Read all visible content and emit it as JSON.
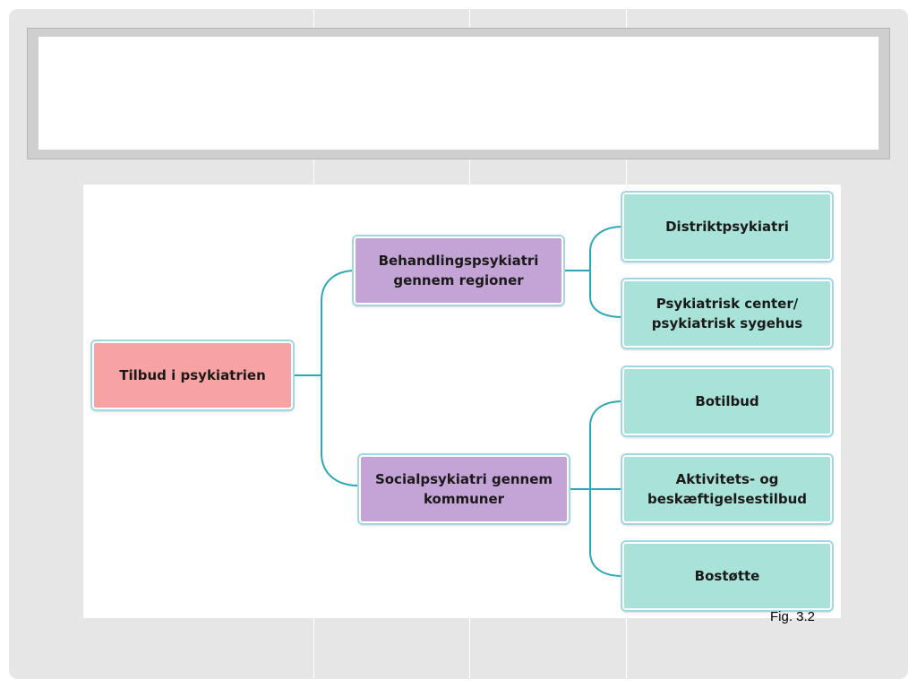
{
  "slide": {
    "caption": "Fig. 3.2"
  },
  "diagram": {
    "root": {
      "label": "Tilbud i psykiatrien"
    },
    "branches": [
      {
        "label": "Behandlingspsykiatri gennem regioner",
        "children": [
          {
            "label": "Distriktpsykiatri"
          },
          {
            "label": "Psykiatrisk center/ psykiatrisk sygehus"
          }
        ]
      },
      {
        "label": "Socialpsykiatri gennem kommuner",
        "children": [
          {
            "label": "Botilbud"
          },
          {
            "label": "Aktivitets- og beskæftigelsestilbud"
          },
          {
            "label": "Bostøtte"
          }
        ]
      }
    ],
    "colors": {
      "root": "#f7a3a3",
      "branch": "#c4a3d6",
      "leaf": "#a9e2d8",
      "connector": "#2aa8b8"
    }
  }
}
